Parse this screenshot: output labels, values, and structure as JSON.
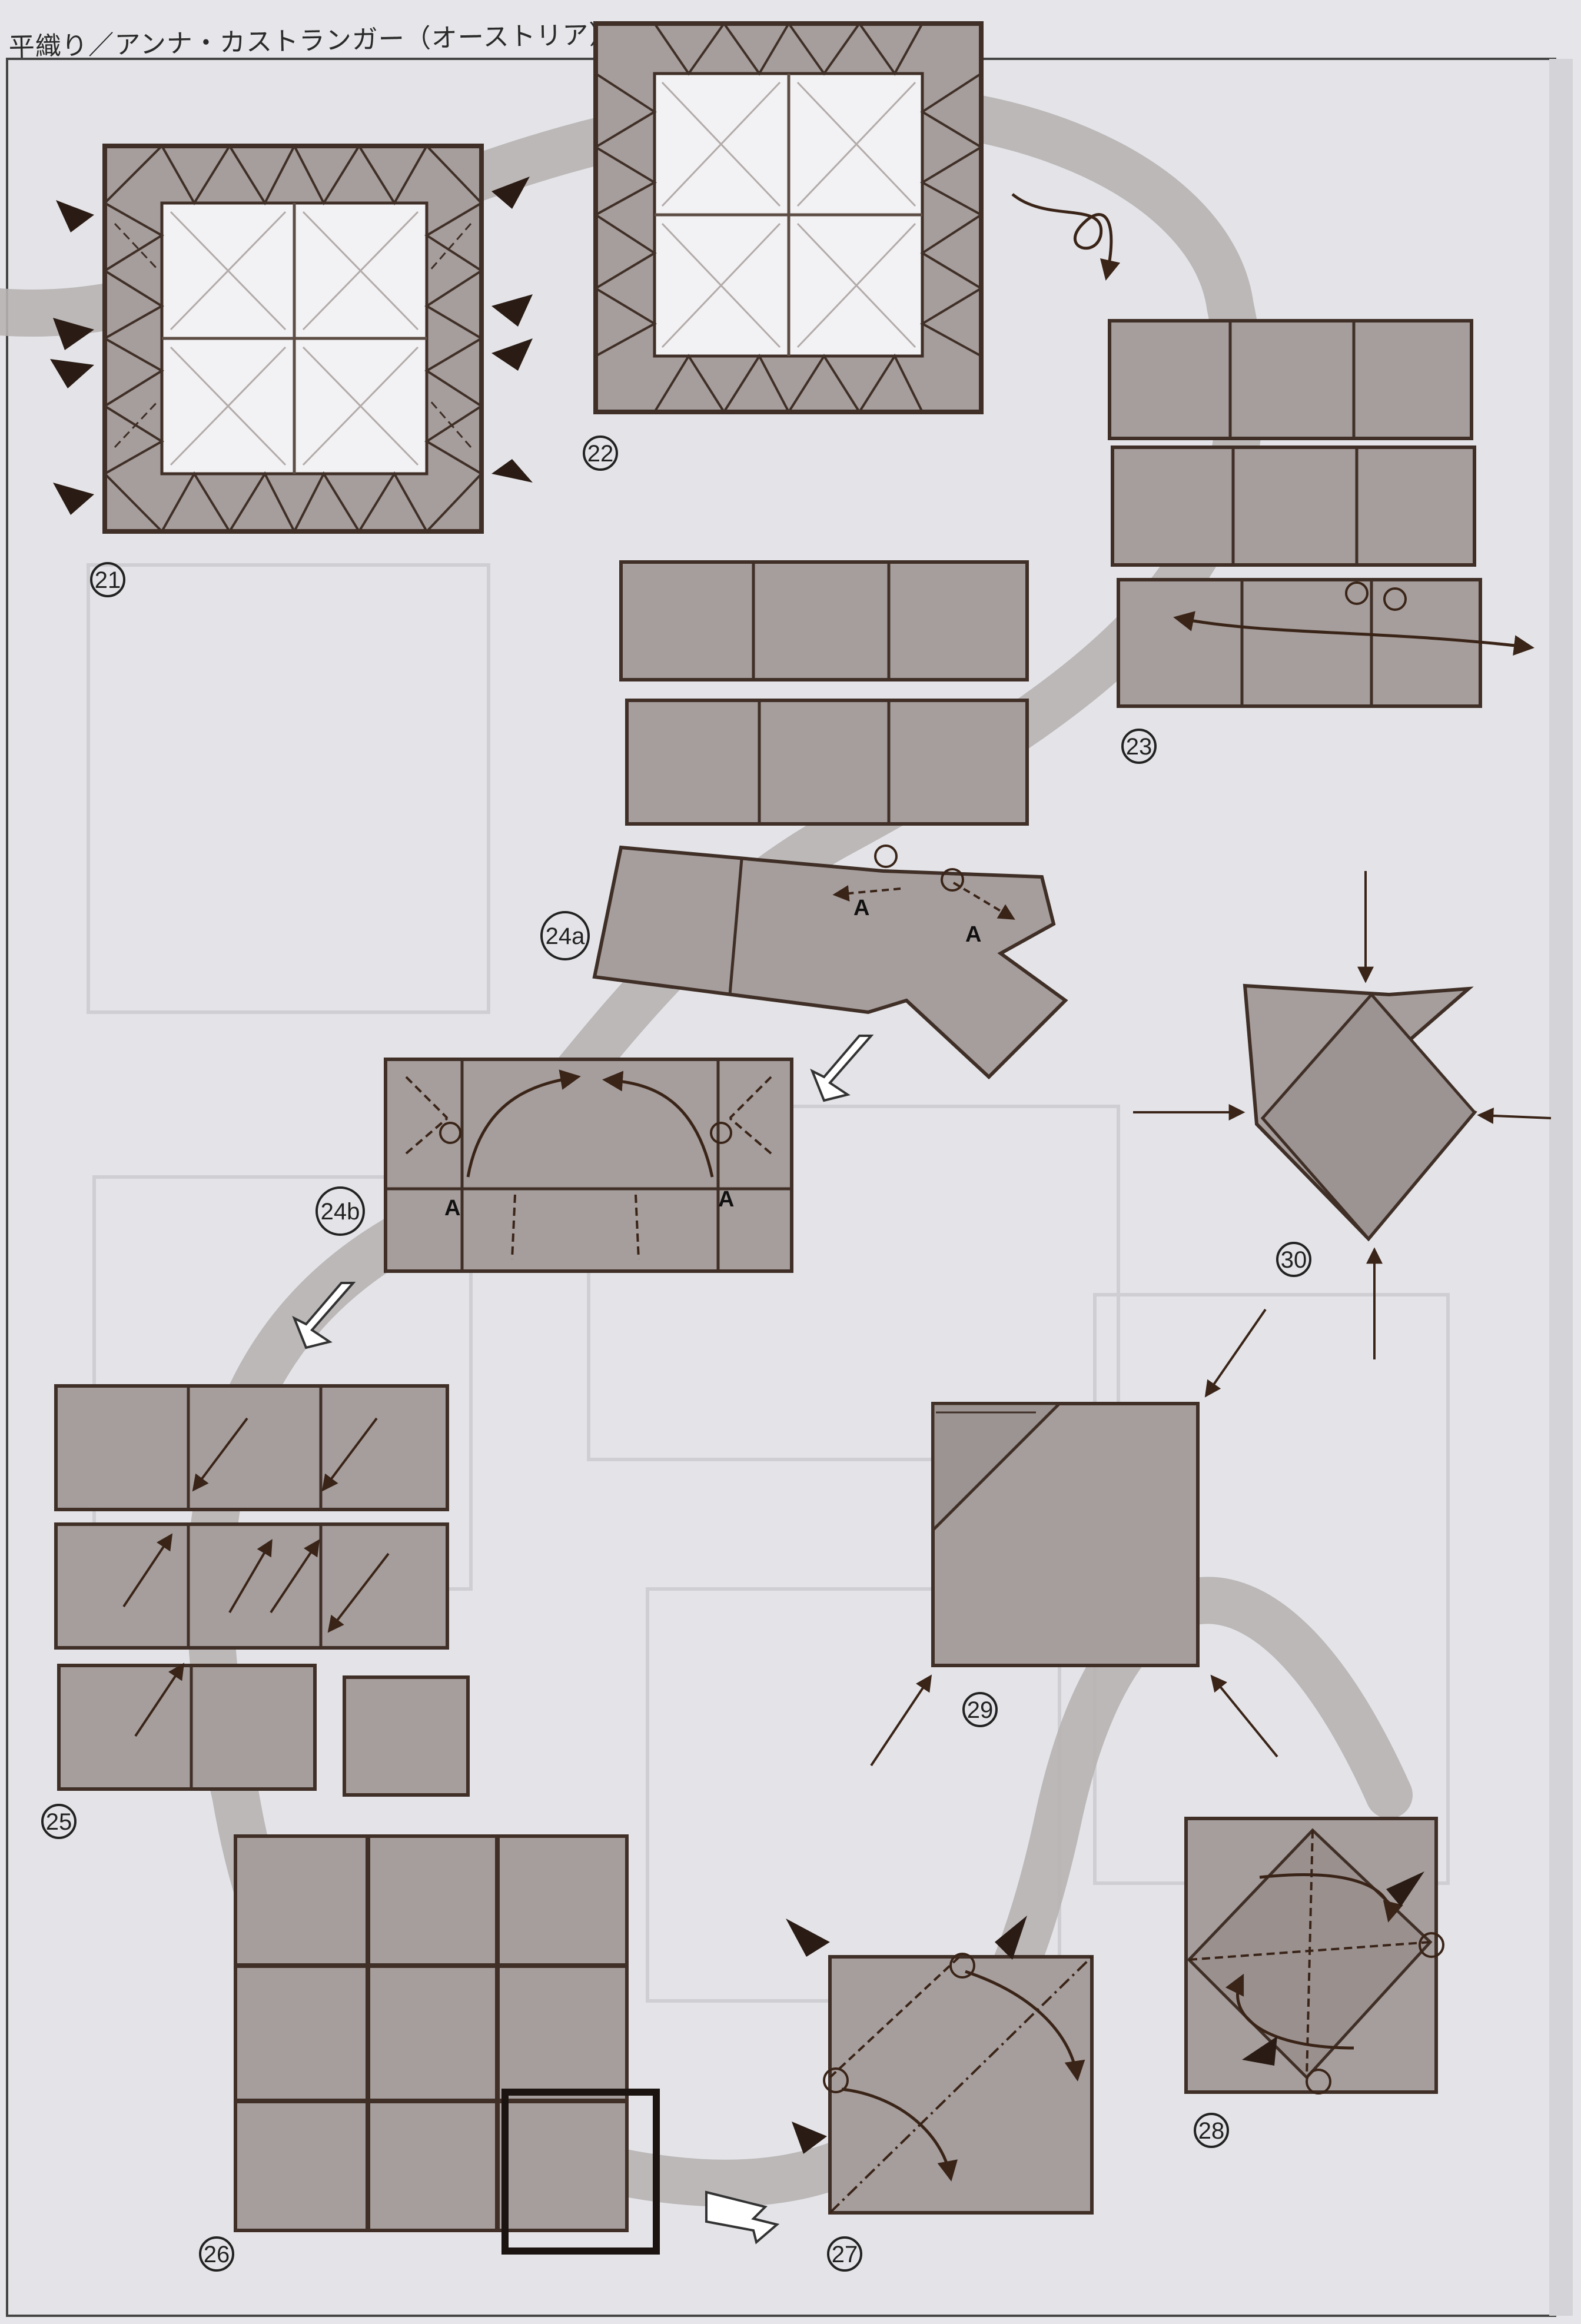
{
  "header": {
    "title": "平織り／アンナ・カストランガー（オーストリア）"
  },
  "colors": {
    "paper": "#e6e6ea",
    "fold": "#a69e9c",
    "edge": "#3f2f27",
    "arrow": "#3a2418",
    "band": "#b7b3b3",
    "light": "#f2f1f3"
  },
  "icons": [
    "push-arrow-icon",
    "turn-over-icon",
    "fold-arrow-icon",
    "next-step-arrow-icon"
  ],
  "steps": [
    {
      "id": "step-21",
      "number": "21"
    },
    {
      "id": "step-22",
      "number": "22"
    },
    {
      "id": "step-23",
      "number": "23"
    },
    {
      "id": "step-24a",
      "number": "24a"
    },
    {
      "id": "step-24b",
      "number": "24b"
    },
    {
      "id": "step-25",
      "number": "25"
    },
    {
      "id": "step-26",
      "number": "26"
    },
    {
      "id": "step-27",
      "number": "27"
    },
    {
      "id": "step-28",
      "number": "28"
    },
    {
      "id": "step-29",
      "number": "29"
    },
    {
      "id": "step-30",
      "number": "30"
    }
  ],
  "labels": {
    "point_a": "A"
  }
}
